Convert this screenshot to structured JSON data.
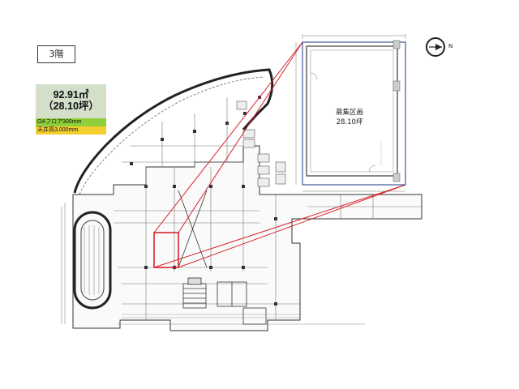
{
  "floor_label": "3階",
  "area": {
    "sqm": "92.91㎡",
    "tsubo": "（28.10坪）",
    "oa_floor": "OAフロア300mm",
    "ceiling": "天井高3,000mm"
  },
  "zoom": {
    "title": "募集区画",
    "size": "28.10坪"
  },
  "compass_letter": "N",
  "colors": {
    "area_bg": "#d3dfc9",
    "oa_bg": "#8fcf3a",
    "ceiling_bg": "#f2cf2e",
    "highlight": "#d6232a",
    "outline": "#1e3a8a"
  }
}
